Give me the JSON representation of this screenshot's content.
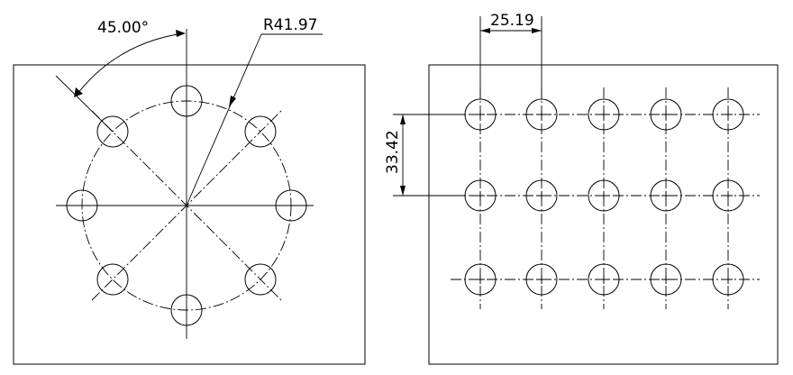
{
  "dimensions": {
    "angle_label": "45.00°",
    "radius_label": "R41.97",
    "horizontal_pitch_label": "25.19",
    "vertical_pitch_label": "33.42"
  },
  "bolt_circle": {
    "hole_count": 8,
    "angle_deg": 45.0,
    "radius": 41.97
  },
  "hole_grid": {
    "rows": 3,
    "columns": 5,
    "pitch_x": 25.19,
    "pitch_y": 33.42
  }
}
